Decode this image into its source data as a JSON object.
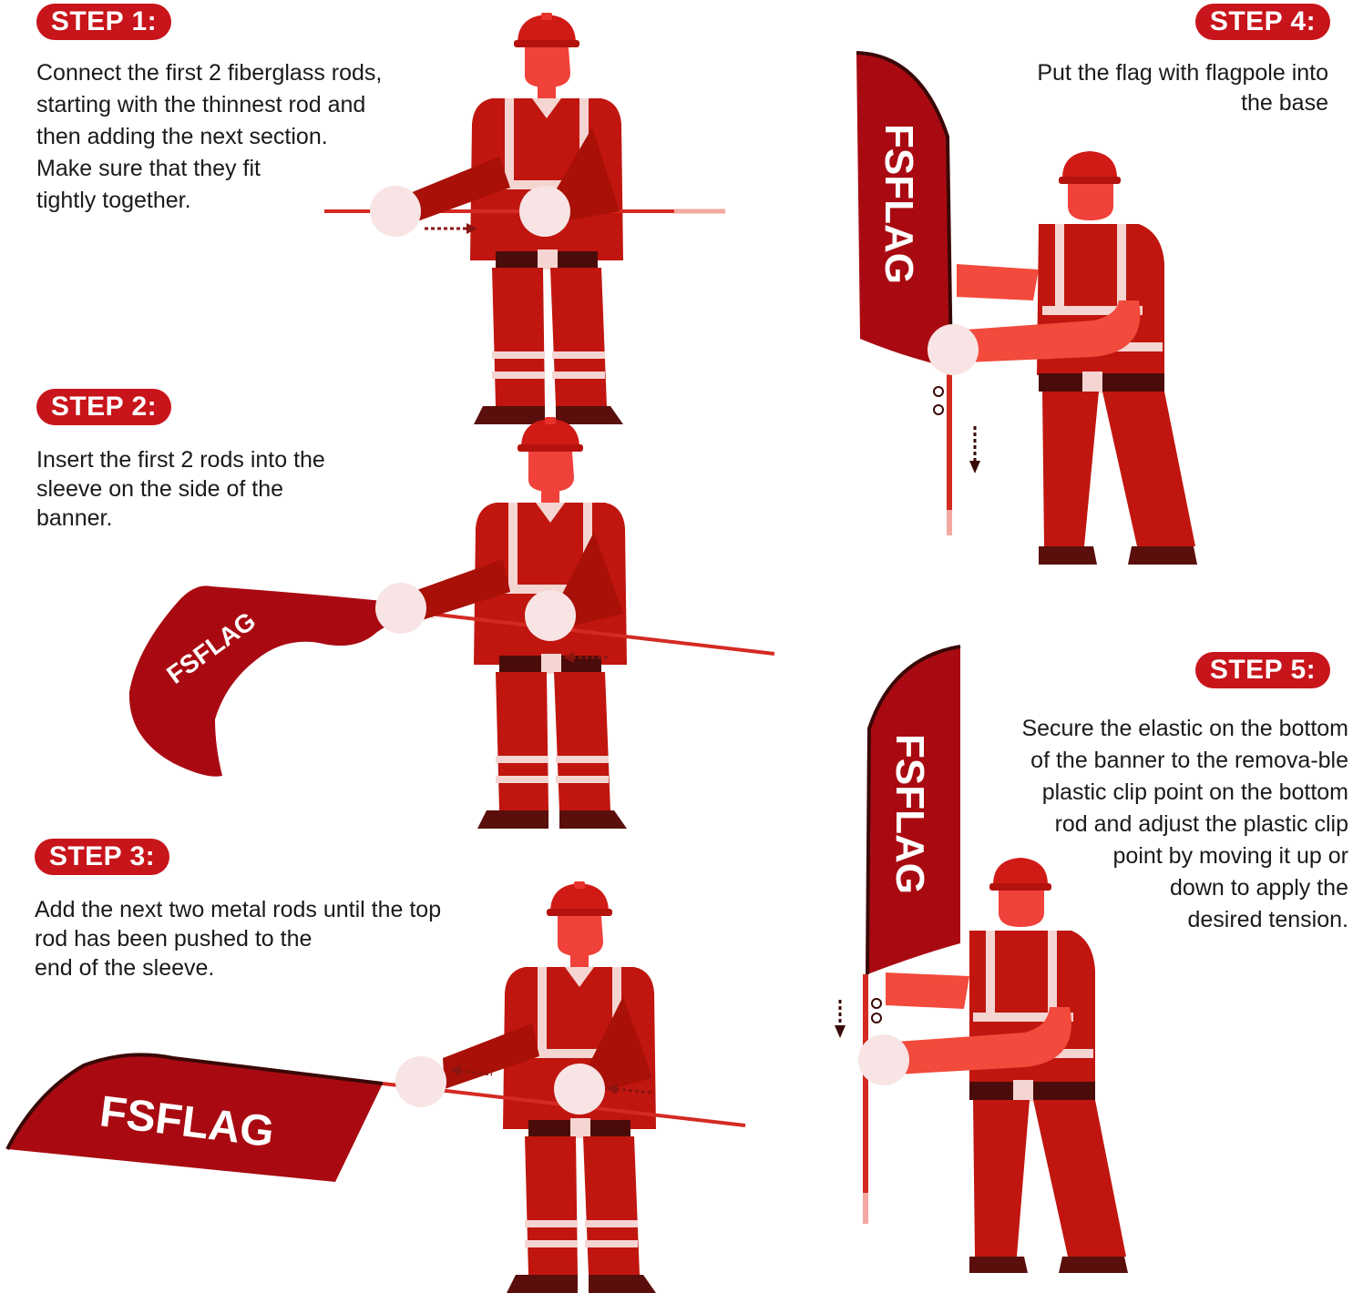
{
  "colors": {
    "badge": "#c8141b",
    "suit": "#c0160f",
    "suit_dark": "#a81008",
    "skin": "#f0413a",
    "stripe": "#f5d5d2",
    "boot": "#5a0f0c",
    "flag": "#a90a11",
    "hand": "#f8e4e4"
  },
  "steps": [
    {
      "badge": "STEP 1:",
      "text": "Connect the first 2 fiberglass rods,\nstarting with the thinnest rod and\nthen adding the next section.\nMake sure that they fit\ntightly together."
    },
    {
      "badge": "STEP 2:",
      "text": "Insert the first 2 rods into the\nsleeve on the side of the\nbanner."
    },
    {
      "badge": "STEP 3:",
      "text": "Add the next two metal rods until the top\nrod has been pushed to the\nend of the sleeve."
    },
    {
      "badge": "STEP 4:",
      "text": "Put the flag with flagpole into\nthe base"
    },
    {
      "badge": "STEP 5:",
      "text": "Secure the elastic on the bottom\nof the banner to the remova-ble\nplastic clip point on the bottom\nrod and adjust the plastic clip\npoint by moving it up or\ndown to apply the\ndesired tension."
    }
  ],
  "flag_text": "FSFLAG"
}
